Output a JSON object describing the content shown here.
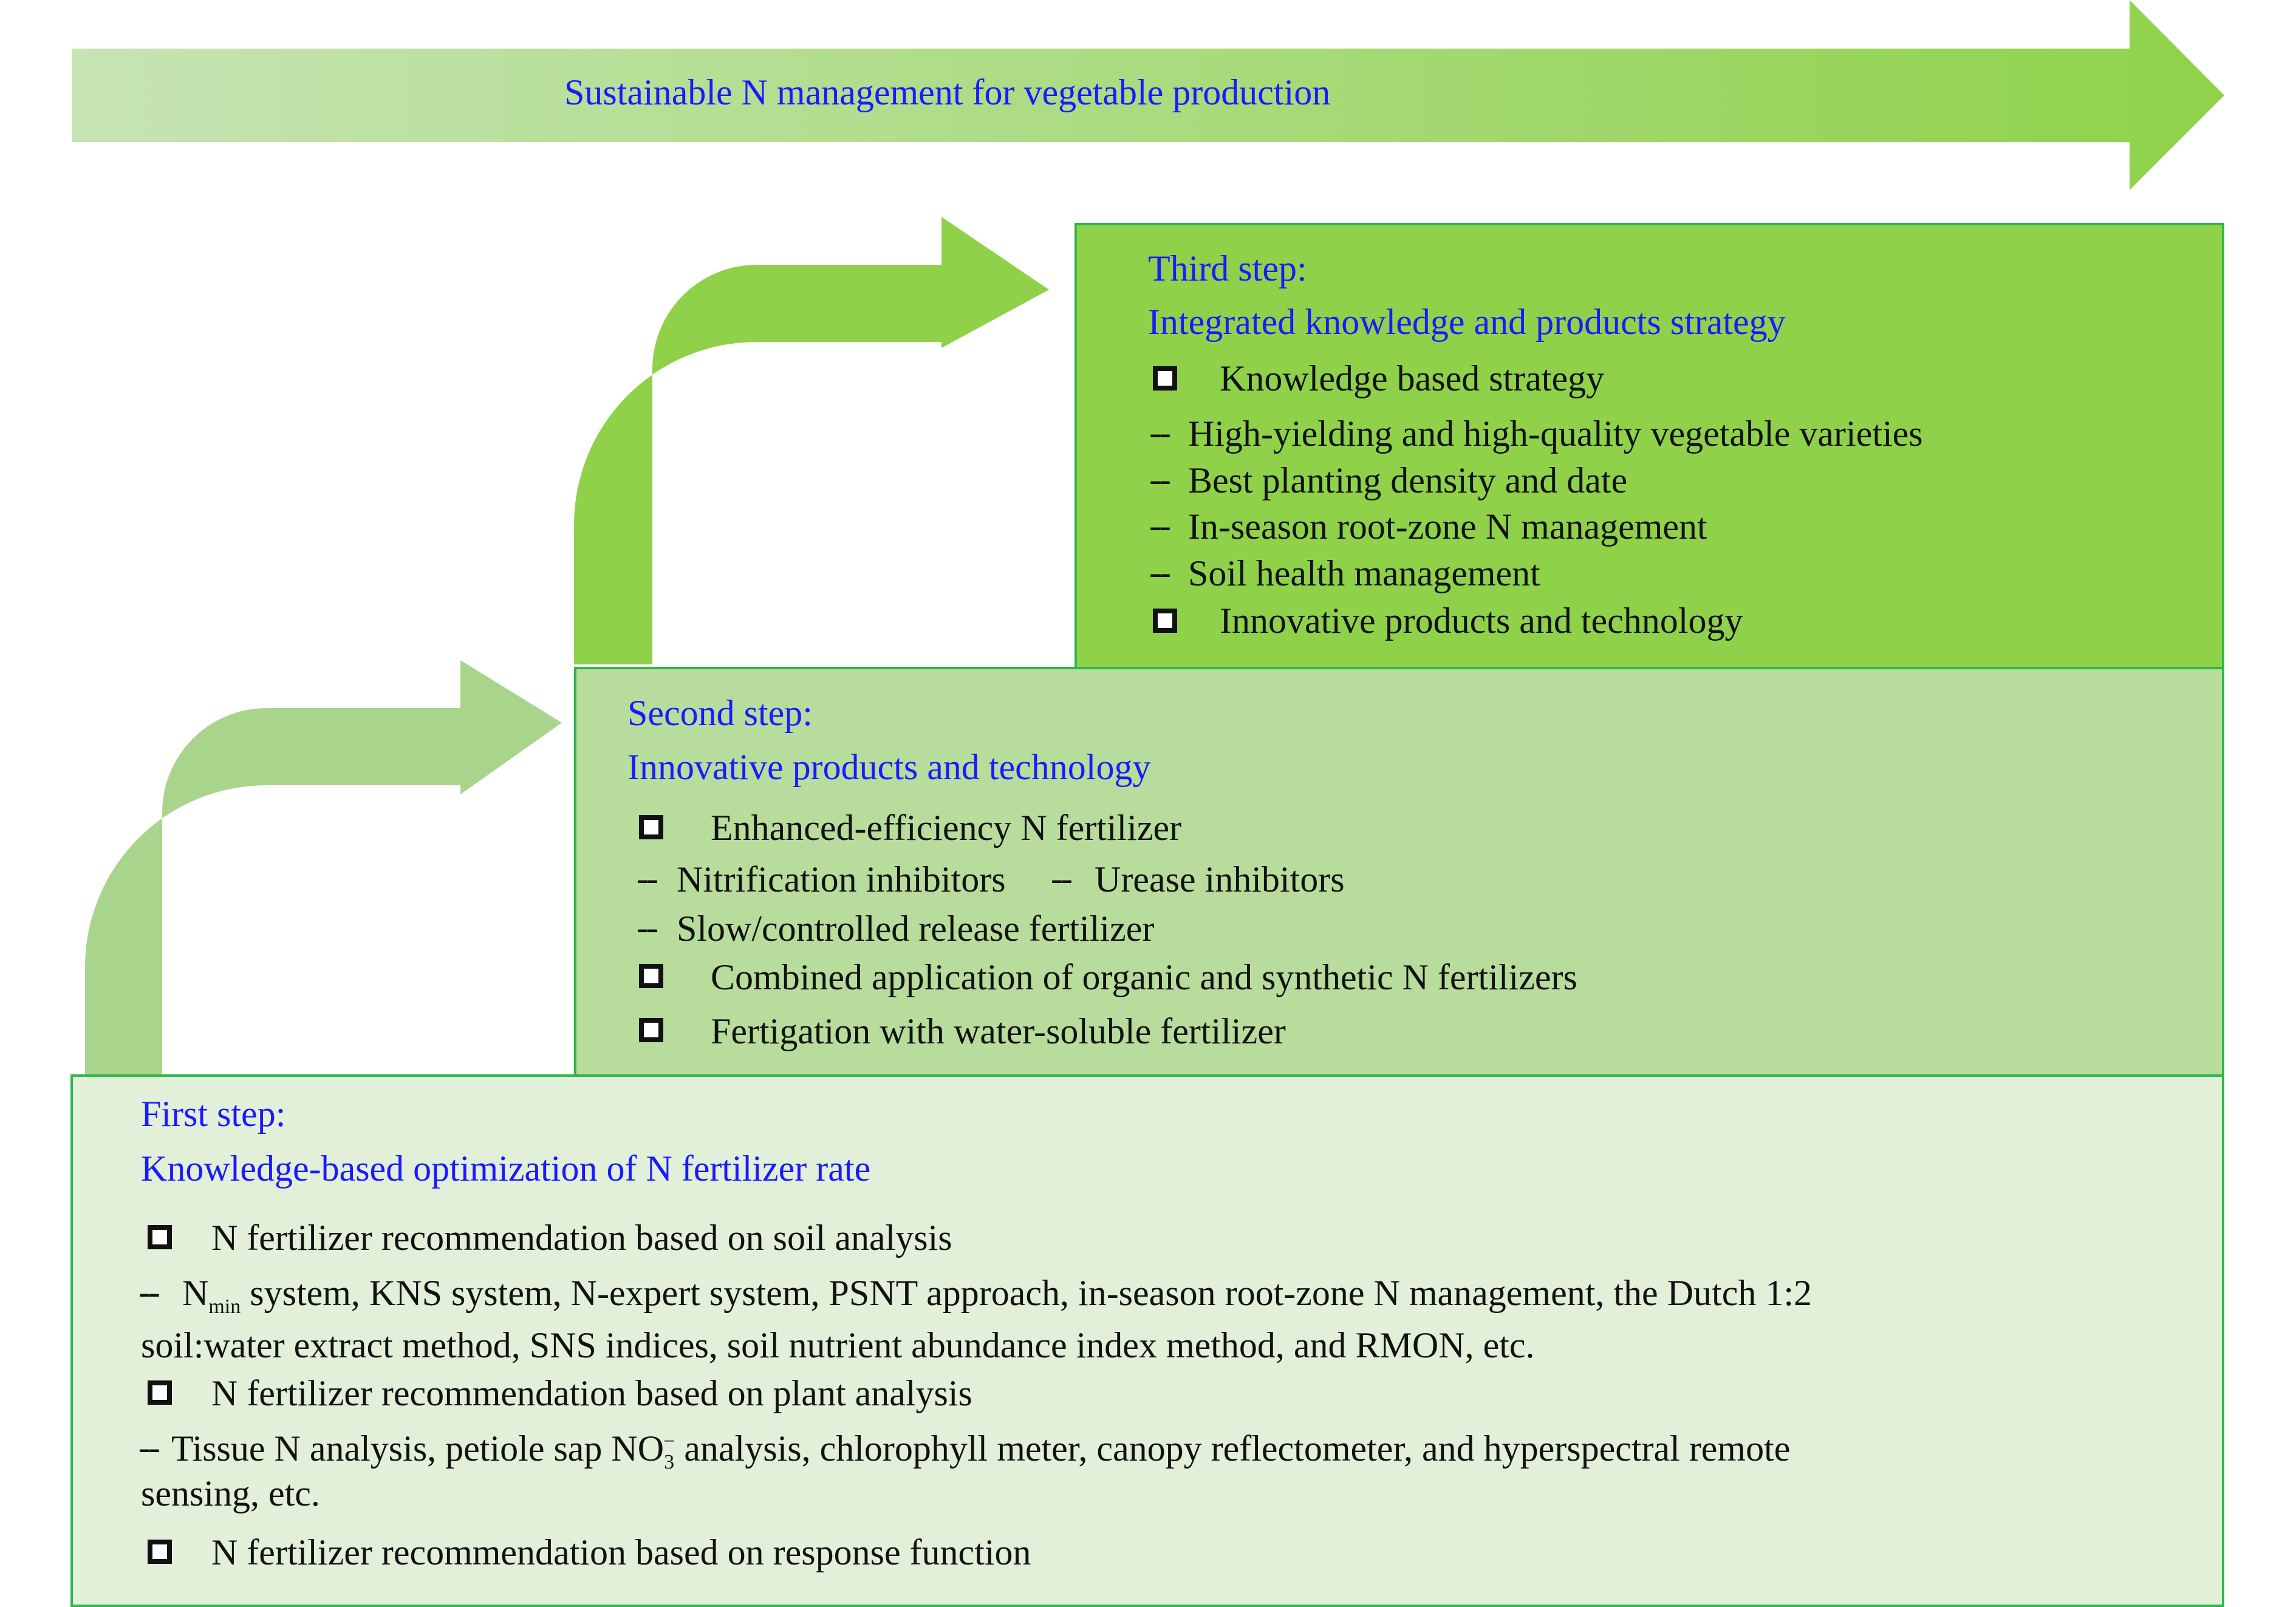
{
  "banner": {
    "title": "Sustainable N management for vegetable production",
    "gradient_start": "#c6e4b4",
    "gradient_end": "#8fd24a"
  },
  "colors": {
    "text_blue": "#1a1aff",
    "box_border": "#2fb84a",
    "step3_fill": "#8fd24a",
    "step2_fill": "#b8dc9c",
    "step1_fill": "#e2efd9",
    "arrow_upper": "#8fd24a",
    "arrow_lower": "#a9d48c"
  },
  "dash_glyph": "--",
  "third_step": {
    "heading": "Third step:",
    "subheading": "Integrated knowledge and products strategy",
    "bullet_1": "Knowledge based strategy",
    "sub_1": "High-yielding and high-quality vegetable varieties",
    "sub_2": "Best planting density and date",
    "sub_3": "In-season root-zone N management",
    "sub_4": "Soil health management",
    "bullet_2": "Innovative products and technology"
  },
  "second_step": {
    "heading": "Second step:",
    "subheading": "Innovative products and technology",
    "bullet_1": "Enhanced-efficiency N fertilizer",
    "sub_1a": "Nitrification inhibitors",
    "sub_1b": "Urease inhibitors",
    "sub_2": "Slow/controlled release fertilizer",
    "bullet_2": "Combined application of organic and synthetic N fertilizers",
    "bullet_3": "Fertigation with water-soluble fertilizer"
  },
  "first_step": {
    "heading": "First step:",
    "subheading": "Knowledge-based optimization of N fertilizer rate",
    "bullet_1": "N fertilizer recommendation based on soil analysis",
    "sub_1_n": "N",
    "sub_1_subscript": "min",
    "sub_1_line1_rest": " system, KNS system, N-expert system, PSNT approach, in-season root-zone N management, the Dutch 1:2",
    "sub_1_line2": "soil:water extract method, SNS indices, soil nutrient abundance index method, and RMON, etc.",
    "bullet_2": "N fertilizer recommendation based on plant analysis",
    "sub_2_line1_pre": " Tissue N analysis, petiole sap NO",
    "sub_2_subscript": "3",
    "sub_2_superscript": "−",
    "sub_2_line1_post": " analysis, chlorophyll meter, canopy reflectometer, and hyperspectral remote",
    "sub_2_line2": "sensing, etc.",
    "bullet_3": "N fertilizer recommendation based on response function"
  }
}
